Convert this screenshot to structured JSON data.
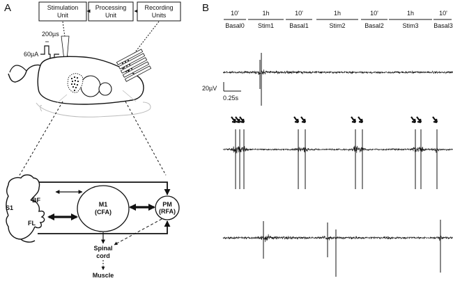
{
  "panel_a": {
    "label": "A",
    "stimulation_unit": [
      "Stimulation",
      "Unit"
    ],
    "processing_unit": [
      "Processing",
      "Unit"
    ],
    "recording_units": [
      "Recording",
      "Units"
    ],
    "pulse_width": "200µs",
    "pulse_amplitude": "60µA",
    "s1": "S1",
    "bf": "BF",
    "fl": "FL",
    "m1": [
      "M1",
      "(CFA)"
    ],
    "pm": [
      "PM",
      "(RFA)"
    ],
    "spinal_cord": [
      "Spinal",
      "cord"
    ],
    "muscle": "Muscle",
    "colors": {
      "ink": "#111111",
      "faint": "#bbbbbb"
    }
  },
  "panel_b": {
    "label": "B",
    "timeline": [
      {
        "duration": "10'",
        "name": "Basal0"
      },
      {
        "duration": "1h",
        "name": "Stim1"
      },
      {
        "duration": "10'",
        "name": "Basal1"
      },
      {
        "duration": "1h",
        "name": "Stim2"
      },
      {
        "duration": "10'",
        "name": "Basal2"
      },
      {
        "duration": "1h",
        "name": "Stim3"
      },
      {
        "duration": "10'",
        "name": "Basal3"
      }
    ],
    "scale_voltage": "20µV",
    "scale_time": "0.25s"
  }
}
